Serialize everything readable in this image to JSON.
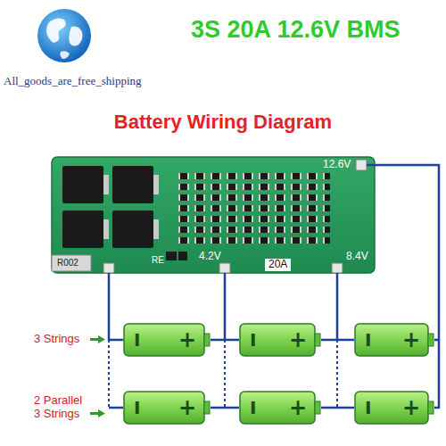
{
  "diagram": {
    "title": "3S 20A 12.6V BMS",
    "nodes": [
      {
        "text": [
          "I",
          "+"
        ]
      },
      {
        "text": [
          "I",
          "+"
        ]
      },
      {
        "text": [
          "I",
          "+"
        ]
      },
      {
        "text": [
          "I",
          "+"
        ]
      },
      {
        "text": [
          "I",
          "+"
        ]
      },
      {
        "text": [
          "I",
          "+"
        ]
      }
    ],
    "edges": [
      {
        "from": 0,
        "to": 1,
        "arrow": "none"
      },
      {
        "from": 1,
        "to": 2,
        "arrow": "none"
      },
      {
        "from": 3,
        "to": 4,
        "arrow": "none"
      },
      {
        "from": 4,
        "to": 5,
        "arrow": "none"
      }
    ],
    "labels": [
      "All_goods_are_free_shipping",
      "Battery Wiring Diagram",
      "12.6V",
      "R002",
      "RE",
      "4.2V",
      "20A",
      "8.4V",
      "3 Strings",
      "2 Parallel 3 Strings"
    ]
  }
}
